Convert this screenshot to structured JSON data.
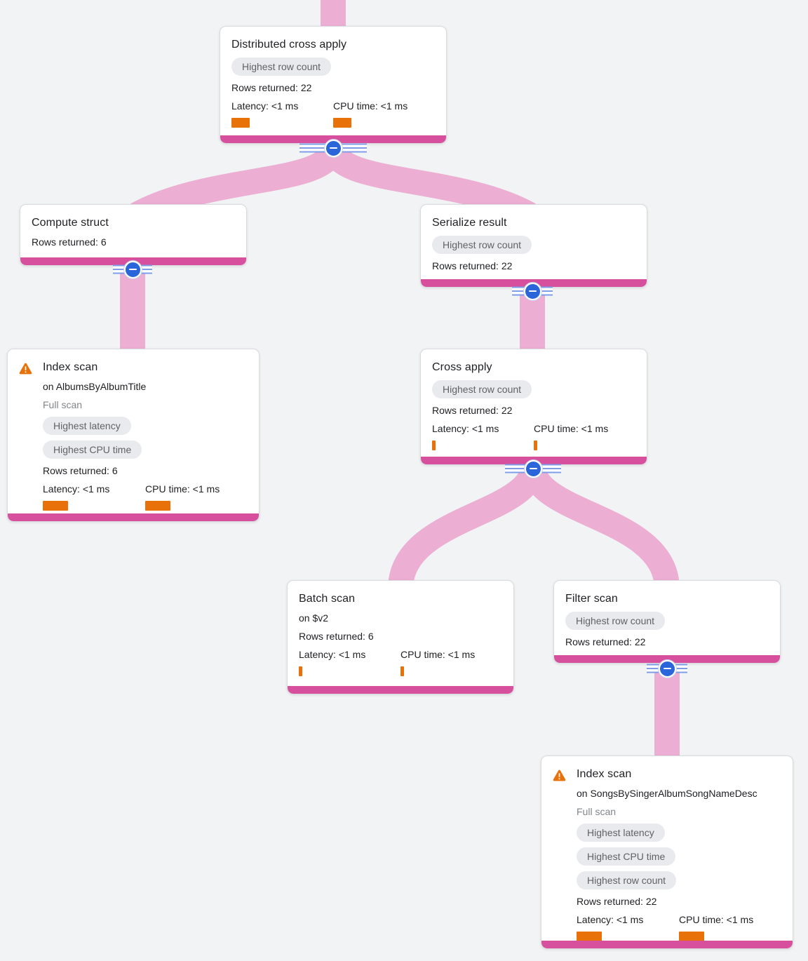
{
  "app": "query-execution-plan-visualizer",
  "colors": {
    "background": "#f1f3f4",
    "node_accent_pink": "#d6509d",
    "ribbon_pink": "#ecaed3",
    "metric_bar_orange": "#e8710a",
    "collapse_button_blue": "#2a66d9",
    "badge_background": "#e8eaed",
    "badge_text": "#5f6368",
    "warning_orange": "#e8710a"
  },
  "nodes": {
    "distributed_cross_apply": {
      "title": "Distributed cross apply",
      "badge": "Highest row count",
      "rows": "Rows returned: 22",
      "latency": "Latency: <1 ms",
      "cpu": "CPU time: <1 ms"
    },
    "compute_struct": {
      "title": "Compute struct",
      "rows": "Rows returned: 6"
    },
    "serialize_result": {
      "title": "Serialize result",
      "badge": "Highest row count",
      "rows": "Rows returned: 22"
    },
    "index_scan_albums": {
      "title": "Index scan",
      "target": "on AlbumsByAlbumTitle",
      "scan_mode": "Full scan",
      "badges": [
        "Highest latency",
        "Highest CPU time"
      ],
      "rows": "Rows returned: 6",
      "latency": "Latency: <1 ms",
      "cpu": "CPU time: <1 ms"
    },
    "cross_apply": {
      "title": "Cross apply",
      "badge": "Highest row count",
      "rows": "Rows returned: 22",
      "latency": "Latency: <1 ms",
      "cpu": "CPU time: <1 ms"
    },
    "batch_scan": {
      "title": "Batch scan",
      "target": "on $v2",
      "rows": "Rows returned: 6",
      "latency": "Latency: <1 ms",
      "cpu": "CPU time: <1 ms"
    },
    "filter_scan": {
      "title": "Filter scan",
      "badge": "Highest row count",
      "rows": "Rows returned: 22"
    },
    "index_scan_songs": {
      "title": "Index scan",
      "target": "on SongsBySingerAlbumSongNameDesc",
      "scan_mode": "Full scan",
      "badges": [
        "Highest latency",
        "Highest CPU time",
        "Highest row count"
      ],
      "rows": "Rows returned: 22",
      "latency": "Latency: <1 ms",
      "cpu": "CPU time: <1 ms"
    }
  }
}
